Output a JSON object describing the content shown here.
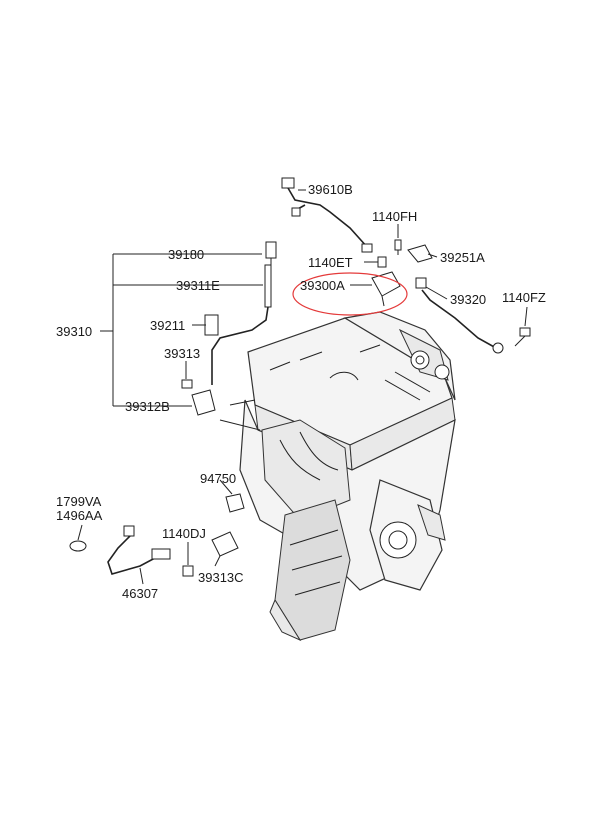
{
  "part_labels": {
    "p39610B": "39610B",
    "p1140FH": "1140FH",
    "p39180": "39180",
    "p1140ET": "1140ET",
    "p39251A": "39251A",
    "p39311E": "39311E",
    "p39300A": "39300A",
    "p39320": "39320",
    "p1140FZ": "1140FZ",
    "p39310": "39310",
    "p39211": "39211",
    "p39313": "39313",
    "p39312B": "39312B",
    "p94750": "94750",
    "p1799VA": "1799VA",
    "p1496AA": "1496AA",
    "p1140DJ": "1140DJ",
    "p39313C": "39313C",
    "p46307": "46307"
  },
  "highlight_color": "#e43a3a"
}
